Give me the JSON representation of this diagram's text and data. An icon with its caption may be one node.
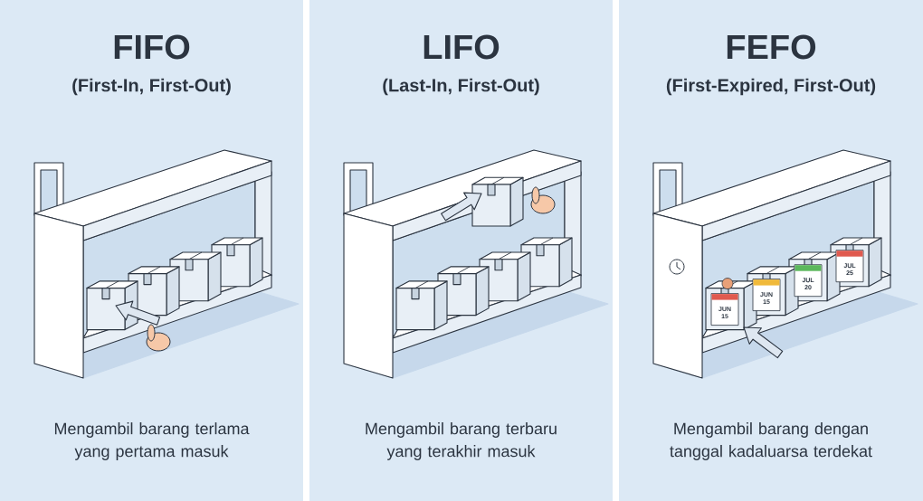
{
  "diagram": {
    "nodes": [
      {
        "text": [
          "FIFO",
          "(First-In, First-Out)",
          "Mengambil barang terlama yang pertama masuk"
        ]
      },
      {
        "text": [
          "LIFO",
          "(Last-In, First-Out)",
          "Mengambil barang terbaru yang terakhir masuk"
        ]
      },
      {
        "text": [
          "FEFO",
          "(First-Expired, First-Out)",
          "Mengambil barang dengan tanggal kadaluarsa terdekat"
        ]
      }
    ],
    "labels": [
      "JUN 15",
      "JUN 15",
      "JUL 20",
      "JUL 25"
    ]
  }
}
